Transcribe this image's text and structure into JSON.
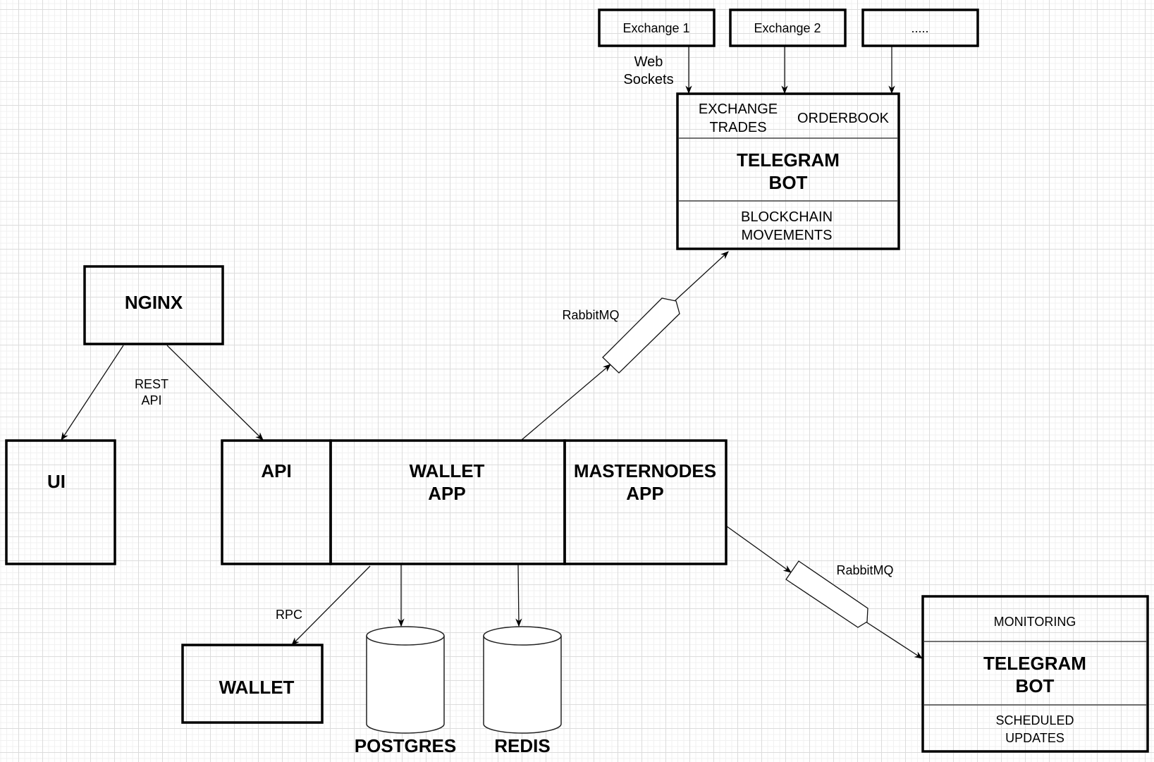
{
  "diagram": {
    "nodes": {
      "exchange1": {
        "label": "Exchange 1"
      },
      "exchange2": {
        "label": "Exchange 2"
      },
      "exchange_more": {
        "label": "....."
      },
      "telegram_bot_top": {
        "sections": {
          "exchange_trades": [
            "EXCHANGE",
            "TRADES"
          ],
          "orderbook": "ORDERBOOK",
          "title": [
            "TELEGRAM",
            "BOT"
          ],
          "blockchain_movements": [
            "BLOCKCHAIN",
            "MOVEMENTS"
          ]
        }
      },
      "nginx": {
        "label": "NGINX"
      },
      "ui": {
        "label": "UI"
      },
      "api": {
        "label": "API"
      },
      "wallet_app": {
        "label": [
          "WALLET",
          "APP"
        ]
      },
      "masternodes_app": {
        "label": [
          "MASTERNODES",
          "APP"
        ]
      },
      "wallet": {
        "label": "WALLET"
      },
      "postgres": {
        "label": "POSTGRES"
      },
      "redis": {
        "label": "REDIS"
      },
      "telegram_bot_bottom": {
        "sections": {
          "monitoring": "MONITORING",
          "title": [
            "TELEGRAM",
            "BOT"
          ],
          "scheduled_updates": [
            "SCHEDULED",
            "UPDATES"
          ]
        }
      }
    },
    "edge_labels": {
      "web_sockets": [
        "Web",
        "Sockets"
      ],
      "rest_api": [
        "REST",
        "API"
      ],
      "rabbitmq_top": "RabbitMQ",
      "rabbitmq_bottom": "RabbitMQ",
      "rpc": "RPC"
    },
    "edges": [
      {
        "from": "exchange1",
        "to": "telegram_bot_top"
      },
      {
        "from": "exchange2",
        "to": "telegram_bot_top"
      },
      {
        "from": "exchange_more",
        "to": "telegram_bot_top"
      },
      {
        "from": "nginx",
        "to": "ui"
      },
      {
        "from": "nginx",
        "to": "api"
      },
      {
        "from": "wallet_app",
        "to": "telegram_bot_top",
        "via": "rabbitmq_top"
      },
      {
        "from": "masternodes_app",
        "to": "telegram_bot_bottom",
        "via": "rabbitmq_bottom"
      },
      {
        "from": "wallet_app",
        "to": "wallet",
        "label": "rpc"
      },
      {
        "from": "wallet_app",
        "to": "postgres"
      },
      {
        "from": "wallet_app",
        "to": "redis"
      }
    ]
  }
}
